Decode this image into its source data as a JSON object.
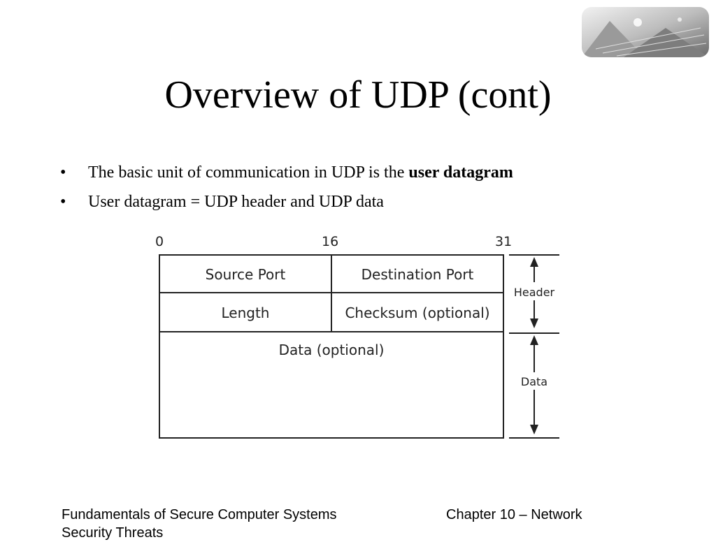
{
  "slide": {
    "title": "Overview of UDP (cont)",
    "bullets": [
      {
        "marker": "•",
        "text": "The basic unit of communication in UDP is the ",
        "bold": "user datagram"
      },
      {
        "marker": "•",
        "text": "User datagram = UDP header and UDP data",
        "bold": ""
      }
    ]
  },
  "diagram": {
    "bit_labels": [
      "0",
      "16",
      "31"
    ],
    "fields": {
      "source_port": "Source Port",
      "destination_port": "Destination Port",
      "length": "Length",
      "checksum": "Checksum (optional)",
      "data": "Data (optional)"
    },
    "side_labels": {
      "header": "Header",
      "data": "Data"
    }
  },
  "footer": {
    "left_line1": "Fundamentals of Secure Computer Systems",
    "left_line2": "Security Threats",
    "right": "Chapter 10 – Network"
  }
}
